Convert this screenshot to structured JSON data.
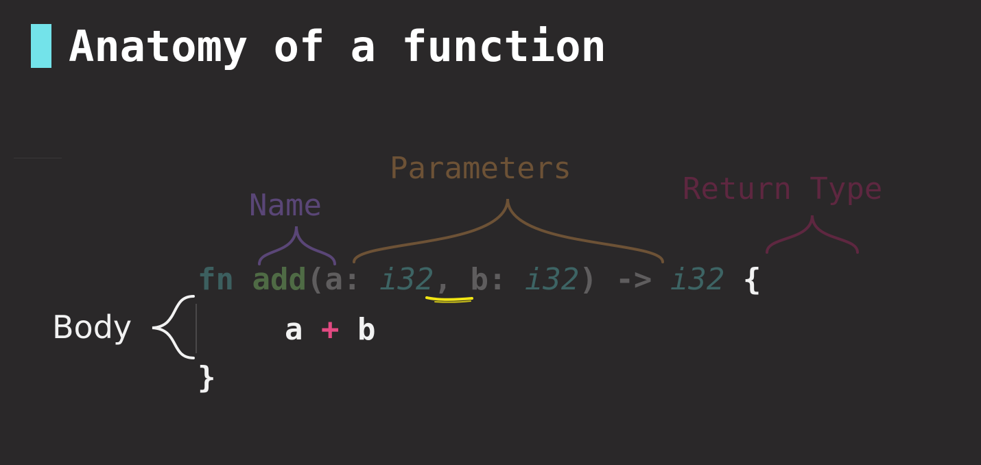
{
  "slide": {
    "title": "Anatomy of a function",
    "accent_color": "#73e3ea"
  },
  "annotations": {
    "parameters": "Parameters",
    "name": "Name",
    "return_type": "Return Type",
    "body": "Body"
  },
  "code": {
    "line1": {
      "keyword": "fn",
      "function_name": "add",
      "open_paren": "(",
      "param_a": "a:",
      "type_a": "i32",
      "comma": ",",
      "param_b": "b:",
      "type_b": "i32",
      "close_paren": ")",
      "arrow": "->",
      "return_type": "i32",
      "open_brace": "{"
    },
    "line2": {
      "left": "a",
      "operator": "+",
      "right": "b"
    },
    "line3": {
      "close_brace": "}"
    }
  },
  "colors": {
    "background": "#2a2829",
    "name_annotation": "#5a4677",
    "parameters_annotation": "#6d5236",
    "return_annotation": "#5e2740",
    "highlight_underline": "#f2e614",
    "operator": "#e24a82"
  }
}
